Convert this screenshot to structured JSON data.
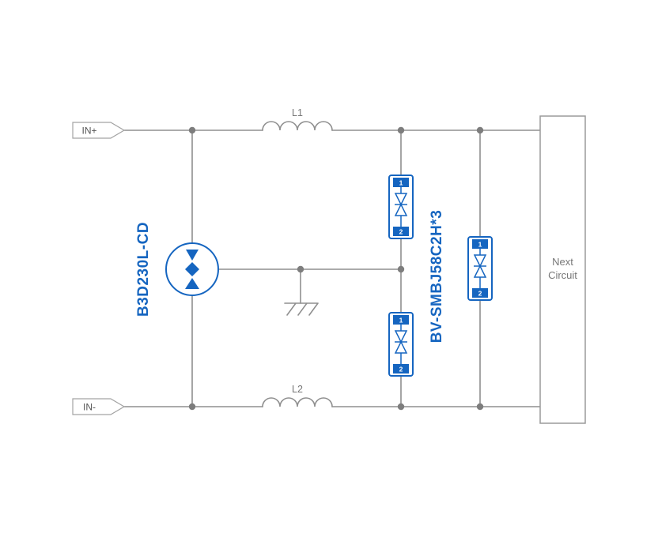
{
  "diagram": {
    "type": "circuit-schematic",
    "terminals": {
      "input_positive": "IN+",
      "input_negative": "IN-"
    },
    "inductors": {
      "l1": "L1",
      "l2": "L2"
    },
    "components": {
      "gdt_label": "B3D230L-CD",
      "tvs_label": "BV-SMBJ58C2H*3"
    },
    "next_circuit": {
      "line1": "Next",
      "line2": "Circuit"
    },
    "pins": {
      "one": "1",
      "two": "2"
    },
    "colors": {
      "component_blue": "#1565C0",
      "wire_gray": "#8f8f8f",
      "junction_gray": "#7d7d7d",
      "text_gray": "#777777"
    }
  }
}
